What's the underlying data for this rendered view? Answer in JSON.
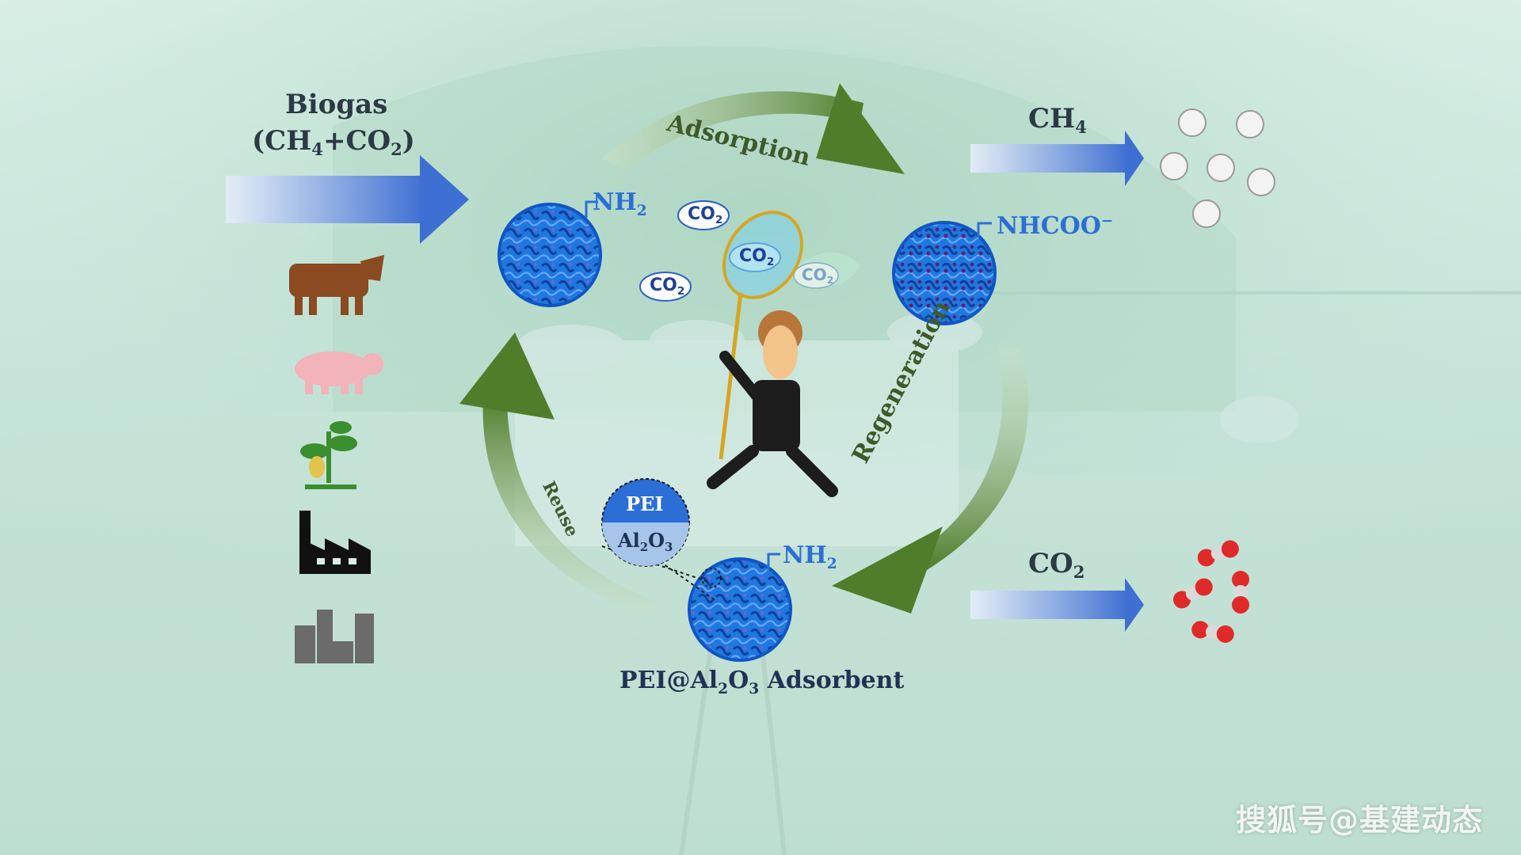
{
  "input": {
    "title": "Biogas",
    "formula_open": "(CH",
    "sub1": "4",
    "plus": "+CO",
    "sub2": "2",
    "close": ")"
  },
  "cycle": {
    "adsorption": "Adsorption",
    "regeneration": "Regeneration",
    "reuse": "Reuse"
  },
  "groups": {
    "nh2_main": "NH",
    "nh2_sub": "2",
    "nhcoo": "NHCOO",
    "nhcoo_sup": "−"
  },
  "adsorbent": {
    "pei": "PEI",
    "al": "Al",
    "al_sub": "2",
    "o": "O",
    "o_sub": "3",
    "caption_a": "PEI@Al",
    "caption_sub1": "2",
    "caption_b": "O",
    "caption_sub2": "3",
    "caption_c": " Adsorbent"
  },
  "outputs": {
    "ch4": "CH",
    "ch4_sub": "4",
    "co2": "CO",
    "co2_sub": "2"
  },
  "molecule_tag": {
    "co": "CO",
    "sub": "2"
  },
  "watermark": "搜狐号@基建动态",
  "colors": {
    "green_arrow": "#4f7d2a",
    "blue_arrow": "#3e6fd2",
    "particle_blue": "#1f78e0",
    "text_dark": "#2c3a44",
    "nh_blue": "#2b6fd6"
  },
  "icons": [
    "cow-icon",
    "pig-icon",
    "plant-icon",
    "factory-icon",
    "buildings-icon"
  ]
}
